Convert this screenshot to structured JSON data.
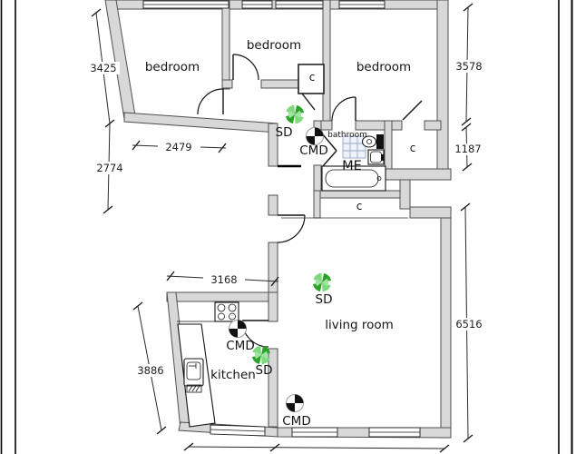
{
  "rooms": {
    "bedroom_left": {
      "label": "bedroom"
    },
    "bedroom_middle": {
      "label": "bedroom"
    },
    "bedroom_right": {
      "label": "bedroom"
    },
    "bathroom": {
      "label": "bathroom"
    },
    "kitchen": {
      "label": "kitchen"
    },
    "living_room": {
      "label": "living room"
    }
  },
  "closets": {
    "hall_closet": "c",
    "bedroom_closet": "c",
    "living_closet": "c"
  },
  "markers": {
    "smoke_detector": "SD",
    "co_detector": "CMD",
    "meter": "ME"
  },
  "dimensions": {
    "bedroom_left_wall": "3425",
    "court_width": "2479",
    "court_height": "2774",
    "kitchen_top": "3168",
    "kitchen_left_wall": "3886",
    "bedroom_right_wall": "3578",
    "closet_right": "1187",
    "living_right_wall": "6516"
  },
  "colors": {
    "wall_fill": "#d8d8d8",
    "wall_stroke": "#4f4f4f",
    "sd_green_dark": "#2ba32b",
    "sd_green_light": "#7fd87f",
    "line": "#141414"
  }
}
